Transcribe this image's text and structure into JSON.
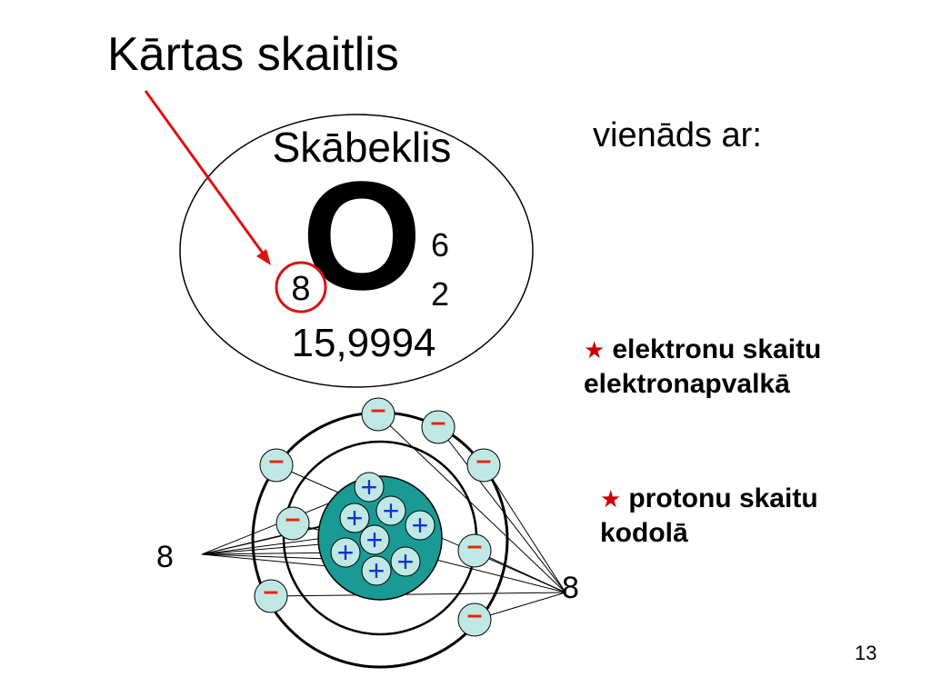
{
  "slide": {
    "title": "Kārtas skaitlis",
    "equal_to": "vienāds ar:",
    "bullets": [
      {
        "icon": "star-icon",
        "text": "elektronu skaitu elektronapvalkā"
      },
      {
        "icon": "star-icon",
        "text": "protonu skaitu kodolā"
      }
    ],
    "page_number": "13"
  },
  "element_card": {
    "name": "Skābeklis",
    "symbol": "O",
    "atomic_number": "8",
    "shell_top": "6",
    "shell_bottom": "2",
    "atomic_mass": "15,9994"
  },
  "atom": {
    "proton_count_label": "8",
    "electron_count_label": "8",
    "proton_sign": "+",
    "electron_sign": "–"
  },
  "colors": {
    "accent_red": "#dd1111",
    "nucleus": "#1a9a94",
    "electron_fill": "#bfe8e5",
    "proton_sign": "#1133cc",
    "electron_sign": "#ee2200"
  }
}
